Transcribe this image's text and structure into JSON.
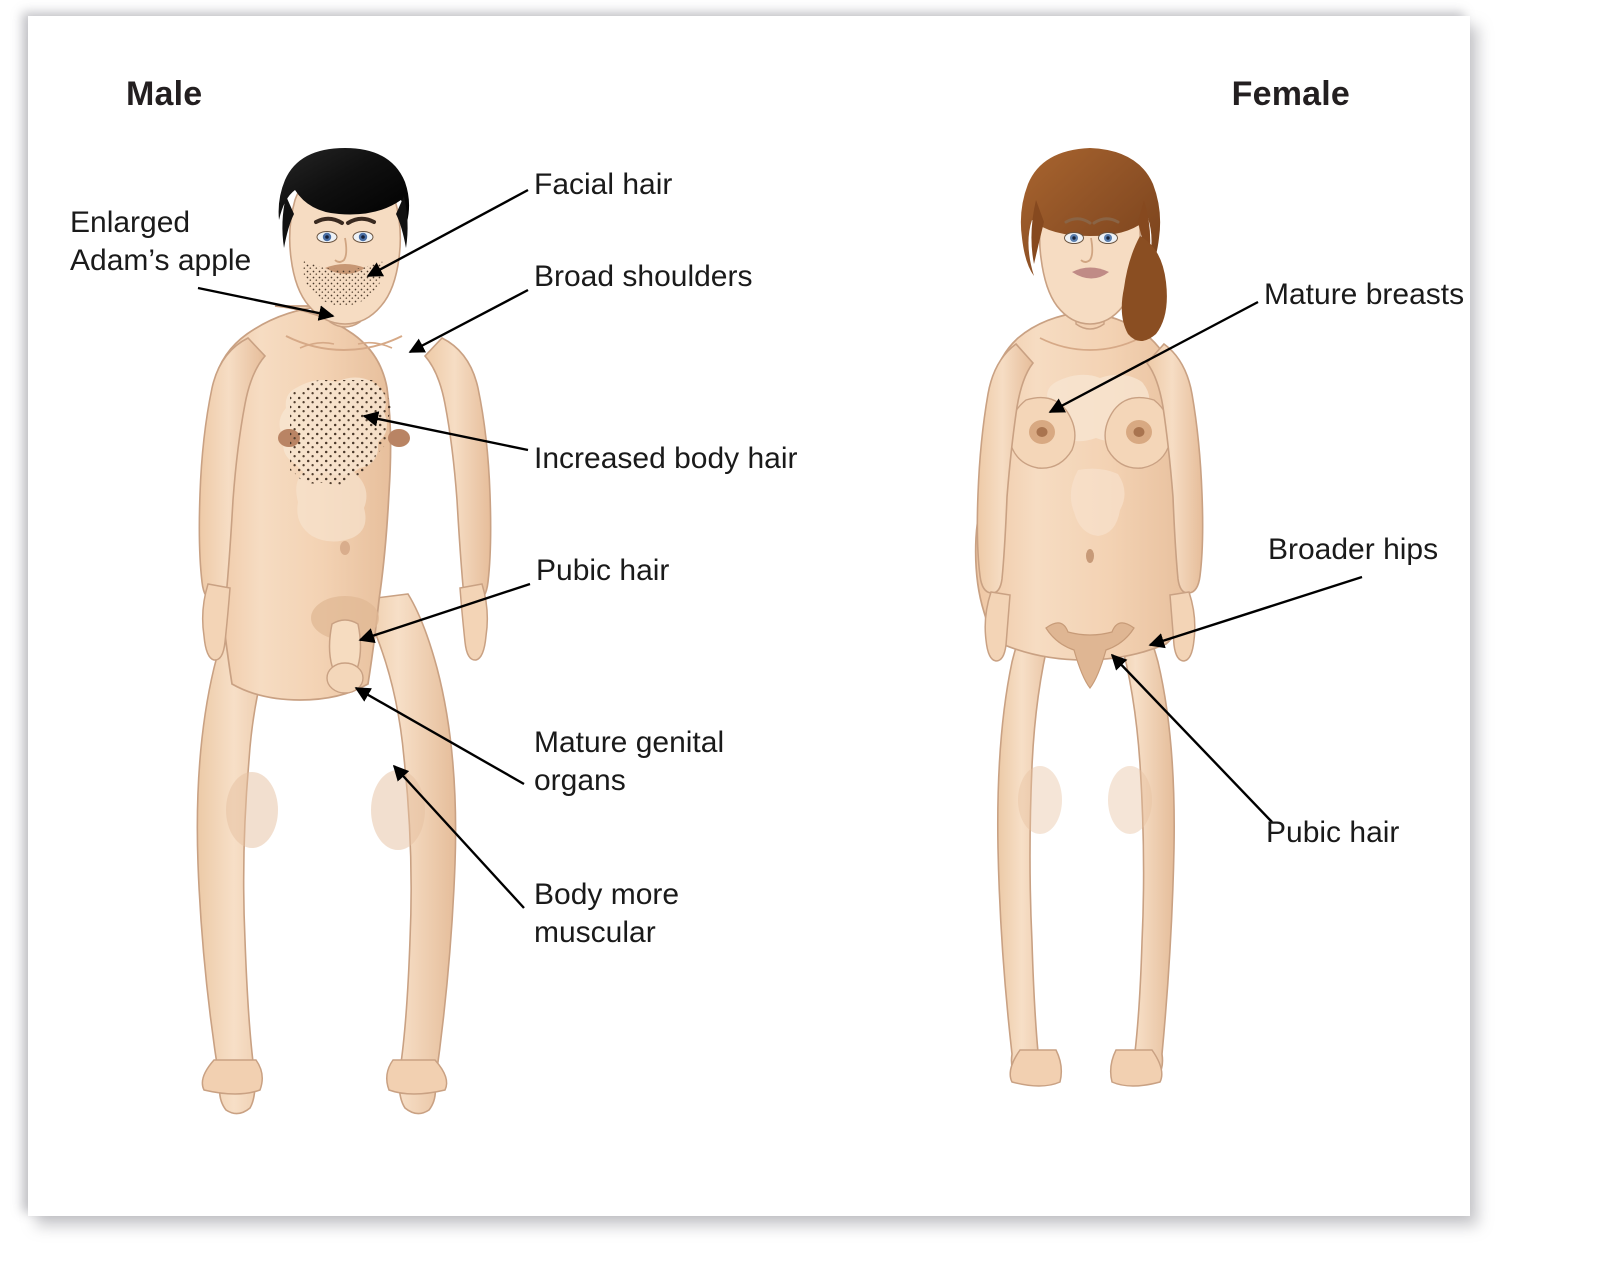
{
  "panels": {
    "male": {
      "title": "Male"
    },
    "female": {
      "title": "Female"
    }
  },
  "male_labels": [
    {
      "id": "facial-hair",
      "text": "Facial hair"
    },
    {
      "id": "enlarged-adams-apple",
      "text": "Enlarged\nAdam’s apple"
    },
    {
      "id": "broad-shoulders",
      "text": "Broad shoulders"
    },
    {
      "id": "increased-body-hair",
      "text": "Increased body hair"
    },
    {
      "id": "pubic-hair",
      "text": "Pubic hair"
    },
    {
      "id": "mature-genital-organs",
      "text": "Mature genital\norgans"
    },
    {
      "id": "body-more-muscular",
      "text": "Body more\nmuscular"
    }
  ],
  "female_labels": [
    {
      "id": "mature-breasts",
      "text": "Mature breasts"
    },
    {
      "id": "broader-hips",
      "text": "Broader hips"
    },
    {
      "id": "pubic-hair",
      "text": "Pubic hair"
    }
  ],
  "colors": {
    "background": "#ffffff",
    "skin": "#f3d2b3",
    "skin_light": "#f8e5d1",
    "skin_shadow": "#e3bb9a",
    "skin_outline": "#c9a183",
    "male_hair": "#151515",
    "female_hair": "#9a5a2a",
    "female_hair_dark": "#7e441c",
    "nipple": "#b98464",
    "lips_male": "#c79774",
    "lips_female": "#c08b86",
    "eye_iris": "#4a6fa5",
    "eye_white": "#eef2f6",
    "brow": "#3a2a20",
    "body_hair": "#4a382a",
    "leader_line": "#000000",
    "title_text": "#231f20",
    "label_text": "#1a1a1a"
  }
}
